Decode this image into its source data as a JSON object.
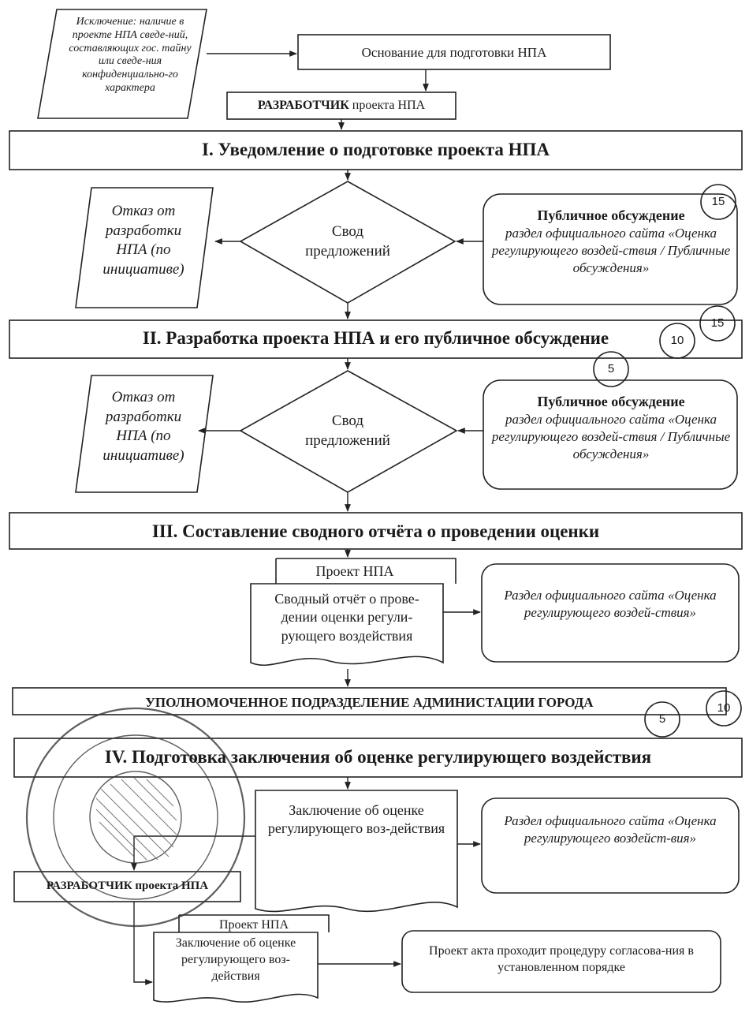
{
  "exception_note": "Исключение: наличие в проекте НПА сведе-ний, составляющих гос. тайну или сведе-ния конфиденциально-го характера",
  "basis": "Основание для подготовки НПА",
  "developer_top": {
    "bold": "РАЗРАБОТЧИК",
    "rest": "проекта НПА"
  },
  "stage1": "I. Уведомление о подготовке проекта НПА",
  "stage2": "II. Разработка проекта НПА и его публичное обсуждение",
  "stage3": "III. Составление сводного отчёта о проведении оценки",
  "stage4": "IV. Подготовка заключения об оценке регулирующего воздействия",
  "refusal_1": "Отказ от разработки НПА (по инициативе)",
  "refusal_2": "Отказ от разработки НПА (по инициативе)",
  "decision_1": "Свод предложений",
  "decision_2": "Свод предложений",
  "discussion_1": {
    "title": "Публичное обсуждение",
    "text": "раздел официального сайта «Оценка регулирующего воздей-ствия / Публичные обсуждения»"
  },
  "discussion_2": {
    "title": "Публичное обсуждение",
    "text": "раздел официального сайта «Оценка регулирующего воздей-ствия / Публичные обсуждения»"
  },
  "days": {
    "d1": "15",
    "d2a": "5",
    "d2b": "10",
    "d2c": "15",
    "d3a": "5",
    "d3b": "10"
  },
  "project_tab_1": "Проект НПА",
  "summary_report": "Сводный отчёт о прове-дении оценки регули-рующего воздействия",
  "site_section_1": "Раздел официального сайта «Оценка регулирующего воздей-ствия»",
  "authorized_unit": "УПОЛНОМОЧЕННОЕ ПОДРАЗДЕЛЕНИЕ АДМИНИСТАЦИИ ГОРОДА",
  "conclusion_1": "Заключение об оценке регулирующего воз-действия",
  "site_section_2": "Раздел официального сайта «Оценка регулирующего воздейст-вия»",
  "developer_bottom": "РАЗРАБОТЧИК проекта НПА",
  "project_tab_2": "Проект НПА",
  "conclusion_2": "Заключение об оценке регулирующего воз-действия",
  "approval": "Проект акта проходит процедуру согласова-ния в установленном порядке"
}
